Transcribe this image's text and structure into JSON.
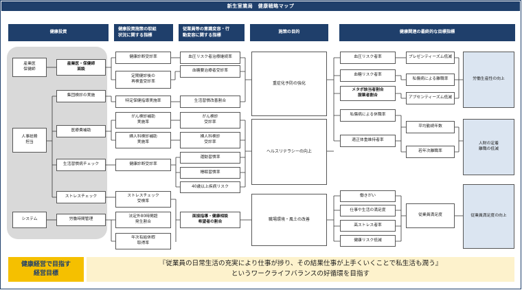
{
  "title": "新生室業局　健康戦略マップ",
  "headers": {
    "investment": "健康投資",
    "investment_status": "健康投資施策の取組\n状況に関する指標",
    "employee_awareness": "従業員等の意識変容・行\n動変容に関する指標",
    "purpose": "施策の目的",
    "final_goals": "健康関連の最終的な目標指標"
  },
  "left": {
    "industrial_doctor": "産業医\n保健師",
    "hr_general": "人事総務\n担当",
    "system": "システム"
  },
  "investments": {
    "doctor_interview": "産業医・保健師\n面談",
    "group_checkup": "集団検診の実施",
    "medical_subsidy": "医療費補助",
    "lifestyle_check": "生活習慣病チェック",
    "stress_check": "ストレスチェック",
    "labor_time": "労働時間管理"
  },
  "status_indicators": {
    "checkup_rate": "健康診断受診率",
    "reexam_rate": "定期健診後の\n再検査受診率",
    "specific_guidance": "特定保健指導実施率",
    "cancer_subsidy": "がん検診補助\n実施率",
    "breast_subsidy": "婦人科検診補助\n実施率",
    "checkup_rate_2": "健康診断受診率",
    "stress_check_rate": "ストレスチェック\n受検率",
    "overtime80": "法定外80時間超\n発生割合",
    "paid_leave": "年次有給休暇\n取得率"
  },
  "awareness_indicators": {
    "bp_risk": "血圧リスク者治療継続率",
    "diabetes_visit": "血糖要治療者受診率",
    "lifestyle_improve": "生活習慣改善割合",
    "cancer_exam": "がん検診\n受診率",
    "breast_exam": "婦人科検診\n受診率",
    "exercise": "運動習慣率",
    "sleep": "睡眠習慣率",
    "over40": "40歳以上疾病リスク",
    "interview_desire": "面接指導・健康相談\n希望者の割合"
  },
  "purposes": {
    "severe_prevention": "重症化予防の強化",
    "health_literacy": "ヘルスリテラシーの向上",
    "workplace": "職場環境・風土の改善"
  },
  "final_indicators": {
    "bp_risk_rate": "血圧リスク者率",
    "glucose_risk_rate": "血糖リスク者率",
    "metabolic": "メタボ該当者割合\n服薬者割合",
    "illness_absence": "私傷病による休職率",
    "proper_weight": "適正体重維持者率",
    "worthwhile": "働きがい",
    "work_life": "仕事や生活の満足度",
    "high_stress": "高ストレス者率",
    "health_anxiety": "健康リスク低減",
    "presenteeism": "プレゼンティーズム低減",
    "illness_absence_2": "私傷病による離職率",
    "absenteeism": "アブセンティーズム低減",
    "tenure": "平均勤続年数",
    "turnover": "若年次離職率",
    "satisfaction": "従業員満足度"
  },
  "ultimate": {
    "productivity": "労働生産性の向上",
    "retention": "人財の定着\n離職の低減",
    "engagement": "従業員満足度の向上"
  },
  "goal": {
    "label": "健康経営で目指す\n経営目標",
    "line1": "『従業員の日常生活の充実により仕事が捗り、その結果仕事が上手くいくことで私生活も潤う』",
    "line2": "というワークライフバランスの好循環を目指す"
  },
  "colors": {
    "navy": "#1f3f6b",
    "light_blue": "#dbe5f1",
    "gold": "#f5c000",
    "cream": "#fdf2cc",
    "panel_gray": "#d9d9d9"
  }
}
